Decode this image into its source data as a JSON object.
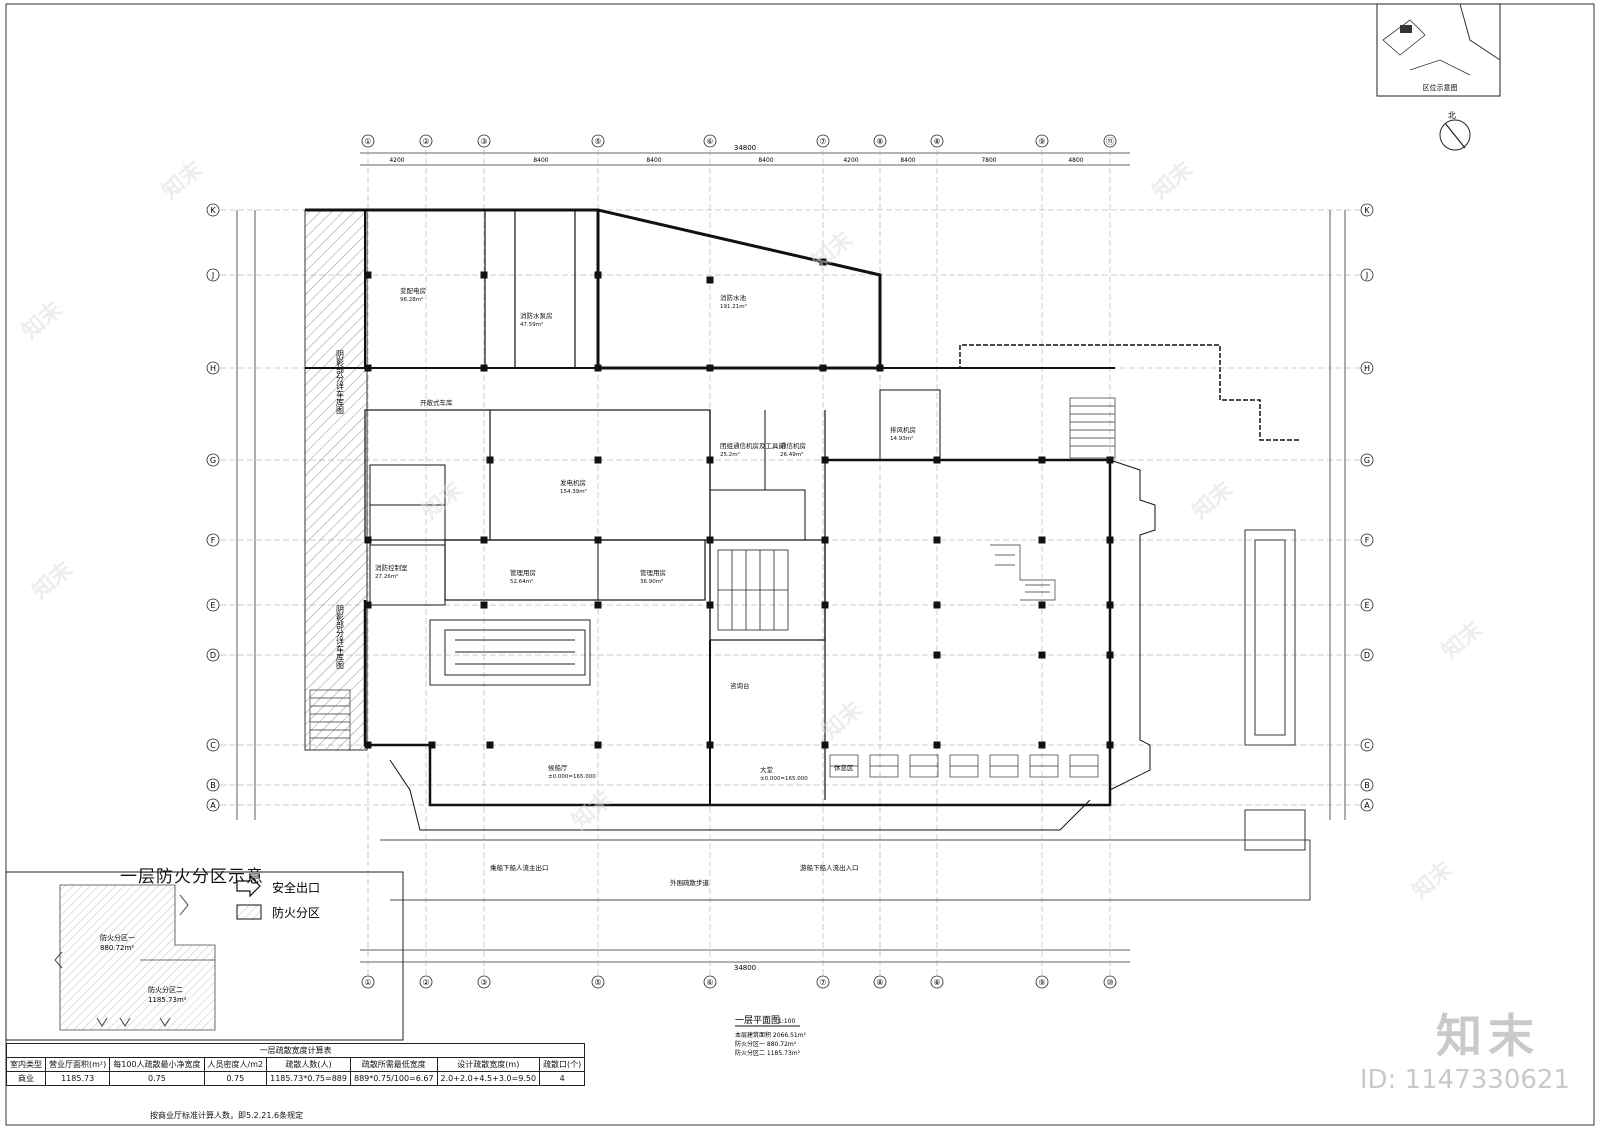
{
  "plan": {
    "title": "一层平面图",
    "scale": "1:100",
    "location_caption": "区位示意图",
    "north_label": "北",
    "grid_top_numbers": [
      "①",
      "②",
      "③",
      "⑤",
      "⑥",
      "⑦",
      "⑧",
      "⑧",
      "⑨",
      "⑪"
    ],
    "grid_bottom_numbers": [
      "①",
      "②",
      "③",
      "⑤",
      "⑥",
      "⑦",
      "⑧",
      "⑧",
      "⑨",
      "⑩"
    ],
    "grid_letters": [
      "K",
      "J",
      "H",
      "G",
      "F",
      "E",
      "D",
      "C",
      "B",
      "A"
    ],
    "overall_dimension": "34800",
    "dimensions_top": [
      "4200",
      "8400",
      "8400",
      "8400",
      "4200",
      "8400",
      "7800",
      "4800"
    ],
    "rooms": [
      {
        "id": "r1",
        "name": "变配电房",
        "area": "96.28m²"
      },
      {
        "id": "r2",
        "name": "消防水泵房",
        "area": "47.59m²"
      },
      {
        "id": "r3",
        "name": "消防水池",
        "area": "191.21m²"
      },
      {
        "id": "r4",
        "name": "开敞式车库",
        "area": ""
      },
      {
        "id": "r5",
        "name": "发电机房",
        "area": "154.39m²"
      },
      {
        "id": "r6",
        "name": "团组通信机房及工具间",
        "area": "25.2m²"
      },
      {
        "id": "r7",
        "name": "通信机房",
        "area": "26.49m²"
      },
      {
        "id": "r8",
        "name": "排风机房",
        "area": "14.93m²"
      },
      {
        "id": "r9",
        "name": "消防控制室",
        "area": "27.26m²"
      },
      {
        "id": "r10",
        "name": "管理用房",
        "area": "52.64m²"
      },
      {
        "id": "r11",
        "name": "管理用房",
        "area": "36.90m²"
      },
      {
        "id": "r12",
        "name": "候船厅",
        "area": "±0.000=165.000"
      },
      {
        "id": "r13",
        "name": "大堂",
        "area": "±0.000=165.000"
      },
      {
        "id": "r14",
        "name": "休息区",
        "area": ""
      },
      {
        "id": "r15",
        "name": "咨询台",
        "area": ""
      }
    ],
    "parking_label": "阴影部分详车库图",
    "bottom_notes": [
      "乘船下船人流主出口",
      "游船下船人流出入口",
      "外围疏散步道"
    ],
    "area_notes": [
      "本层建筑面积 2066.51m²",
      "防火分区一 880.72m²",
      "防火分区二 1185.73m²"
    ]
  },
  "fire_division": {
    "title": "一层防火分区示意",
    "legend": [
      {
        "label": "安全出口",
        "icon": "arrow-icon"
      },
      {
        "label": "防火分区",
        "icon": "hatch-swatch-icon"
      }
    ],
    "zones": [
      {
        "name": "防火分区一",
        "area": "880.72m²"
      },
      {
        "name": "防火分区二",
        "area": "1185.73m²"
      }
    ]
  },
  "calc_table": {
    "title": "一层疏散宽度计算表",
    "headers": [
      "室内类型",
      "营业厅面积(m²)",
      "每100人疏散最小净宽度",
      "人员密度人/m2",
      "疏散人数(人)",
      "疏散所需最低宽度",
      "设计疏散宽度(m)",
      "疏散口(个)"
    ],
    "row": [
      "商业",
      "1185.73",
      "0.75",
      "0.75",
      "1185.73*0.75=889",
      "889*0.75/100=6.67",
      "2.0+2.0+4.5+3.0=9.50",
      "4"
    ],
    "footnote": "按商业厅标准计算人数，即5.2.21.6条规定"
  },
  "watermark": {
    "brand": "知末",
    "id_text": "ID: 1147330621"
  }
}
